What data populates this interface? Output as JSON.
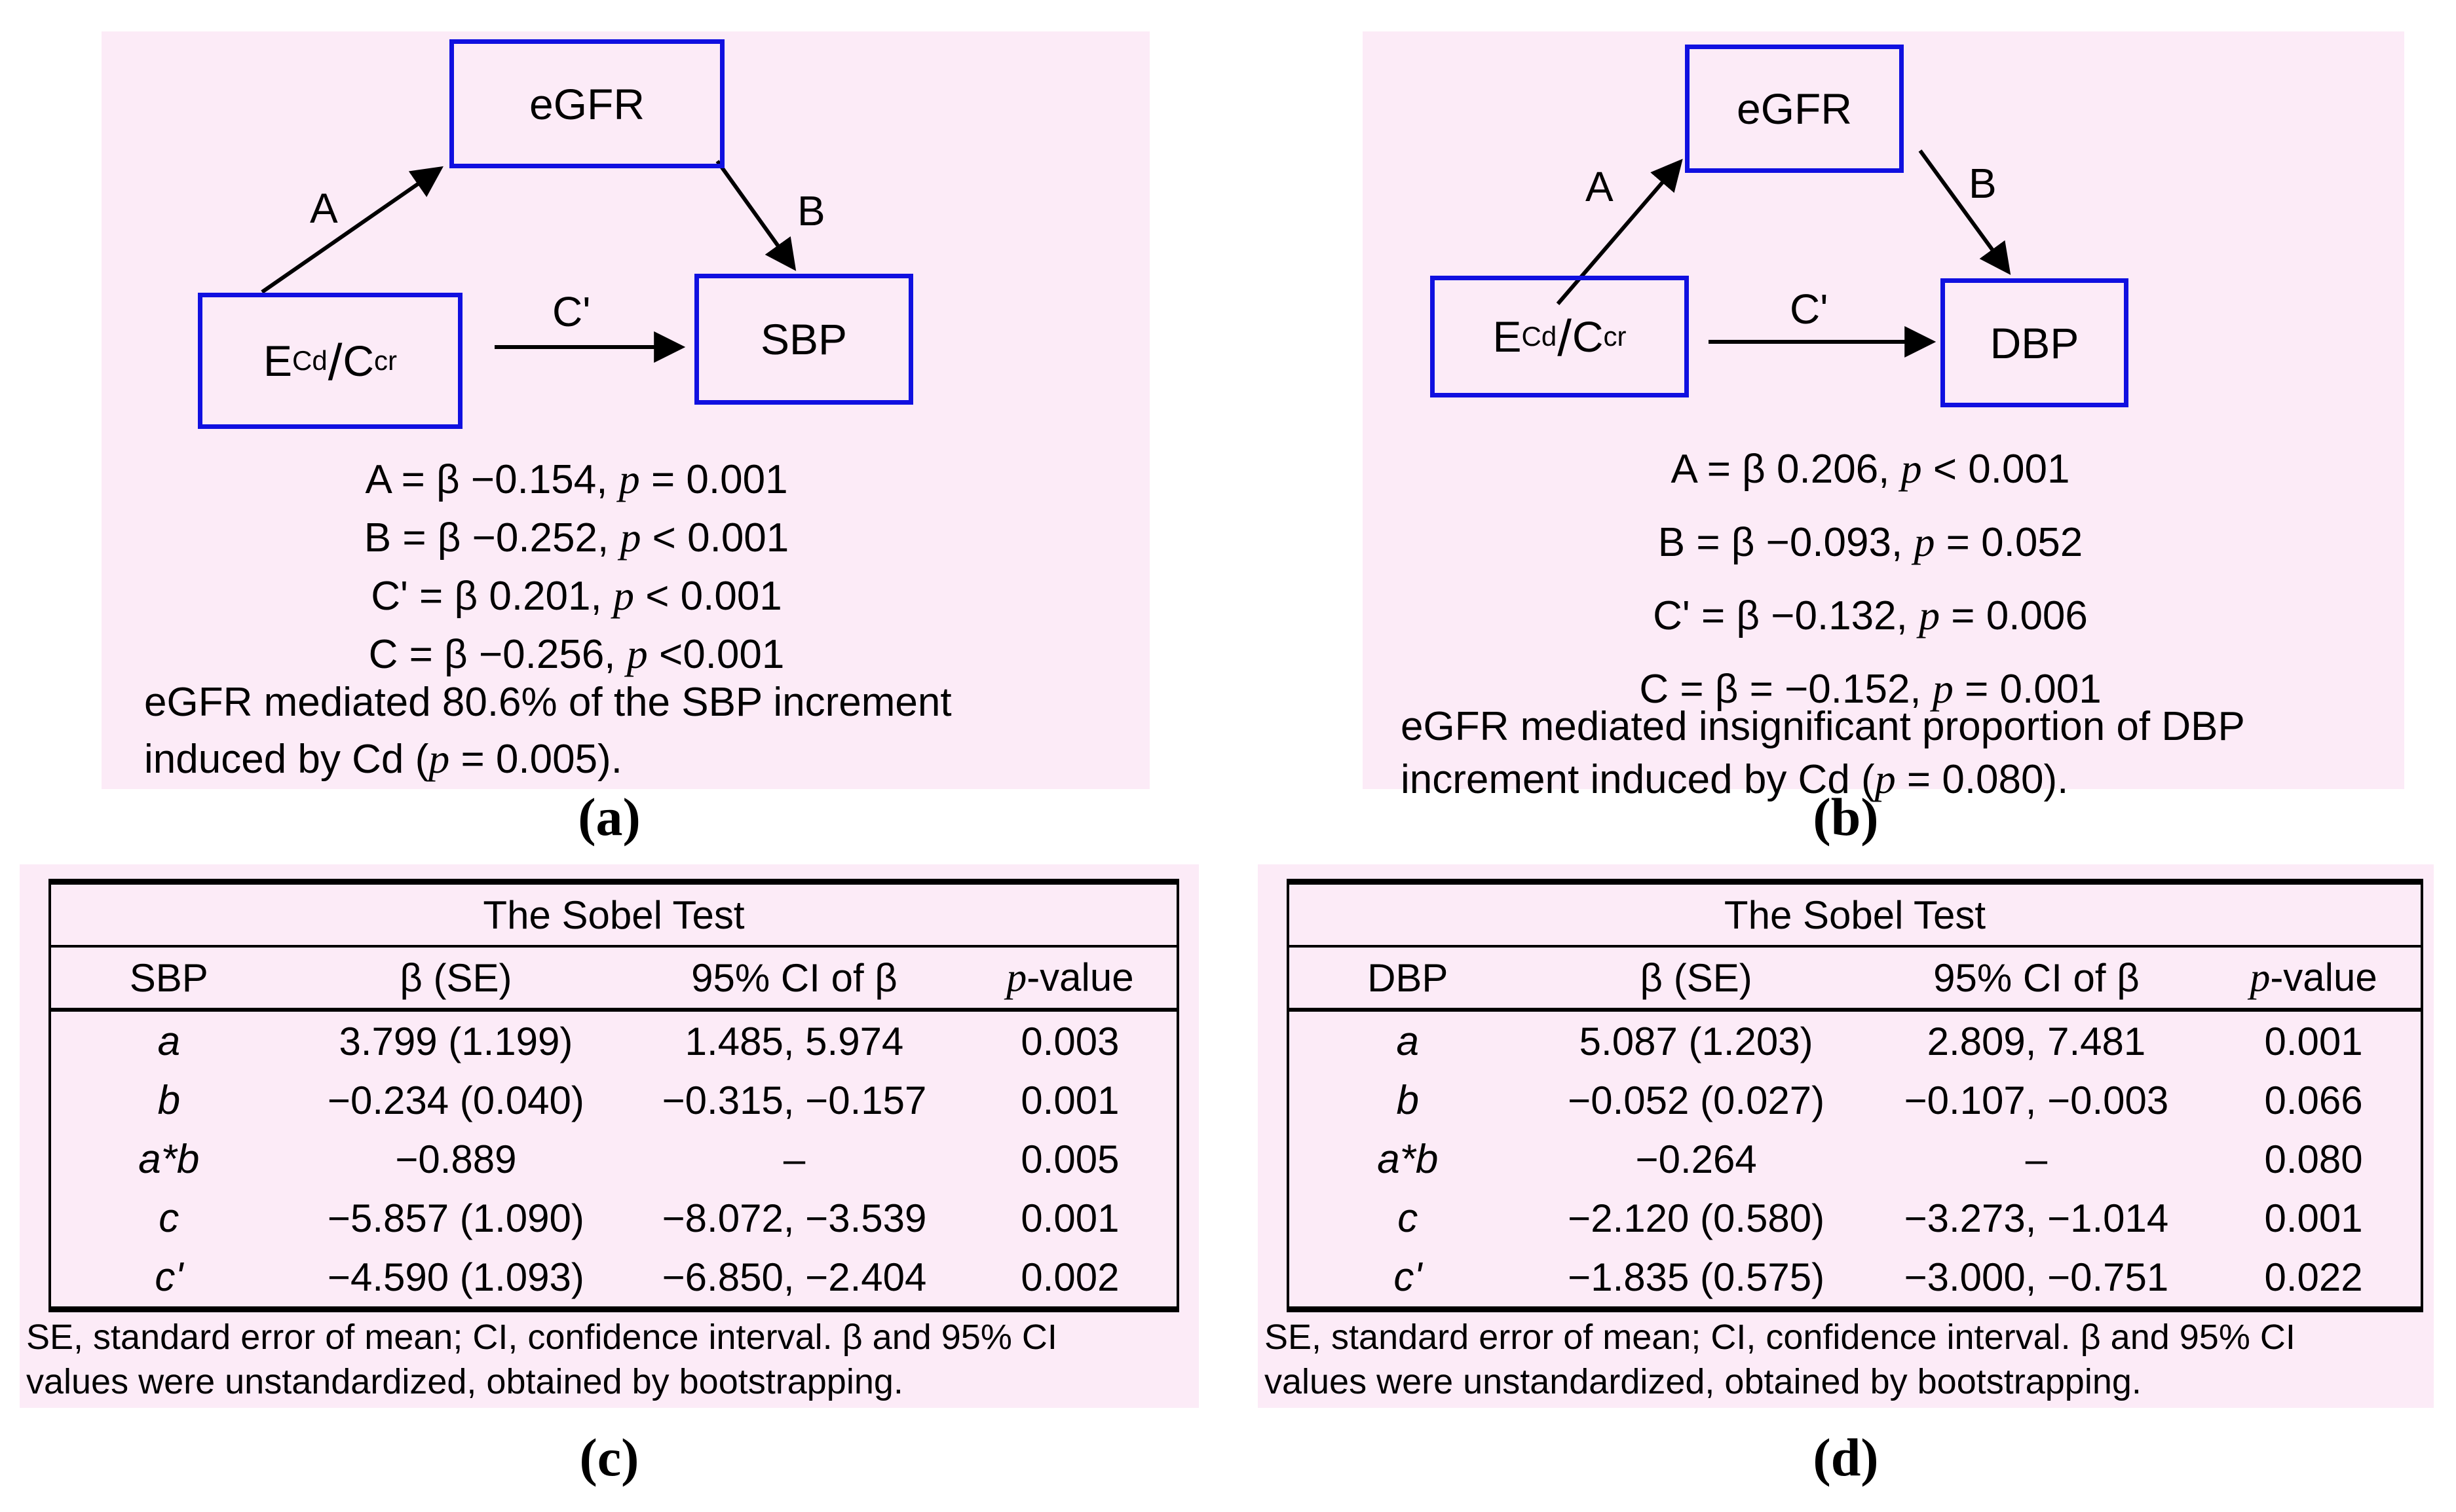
{
  "colors": {
    "panel_bg": "#fcebf7",
    "box_border": "#1010e0",
    "ink": "#000000"
  },
  "panel_a": {
    "mediator": "eGFR",
    "exposure": {
      "e": "E",
      "e_sub": "Cd",
      "slash": "/",
      "c": "C",
      "c_sub": "cr"
    },
    "outcome": "SBP",
    "arrow_a": "A",
    "arrow_b": "B",
    "arrow_c": "C'",
    "stats": [
      {
        "pre": "A = β −0.154, ",
        "p": "p",
        "post": " = 0.001"
      },
      {
        "pre": "B = β −0.252, ",
        "p": "p",
        "post": " < 0.001"
      },
      {
        "pre": "C' = β 0.201, ",
        "p": "p",
        "post": " < 0.001"
      },
      {
        "pre": "C = β −0.256, ",
        "p": "p",
        "post": " <0.001"
      }
    ],
    "note_line1": "eGFR mediated 80.6% of the SBP increment",
    "note_line2_pre": "induced by Cd (",
    "note_p": "p",
    "note_line2_post": " = 0.005).",
    "label": "(a)"
  },
  "panel_b": {
    "mediator": "eGFR",
    "exposure": {
      "e": "E",
      "e_sub": "Cd",
      "slash": "/",
      "c": "C",
      "c_sub": "cr"
    },
    "outcome": "DBP",
    "arrow_a": "A",
    "arrow_b": "B",
    "arrow_c": "C'",
    "stats": [
      {
        "pre": "A = β 0.206, ",
        "p": "p",
        "post": " < 0.001"
      },
      {
        "pre": "B = β −0.093, ",
        "p": "p",
        "post": " = 0.052"
      },
      {
        "pre": "C' = β −0.132, ",
        "p": "p",
        "post": " = 0.006"
      },
      {
        "pre": "C = β = −0.152, ",
        "p": "p",
        "post": " = 0.001"
      }
    ],
    "note_line1": "eGFR mediated insignificant proportion of DBP",
    "note_line2_pre": "increment induced by Cd (",
    "note_p": "p",
    "note_line2_post": " = 0.080).",
    "label": "(b)"
  },
  "table_c": {
    "title": "The Sobel Test",
    "col_outcome": "SBP",
    "col_beta": "β (SE)",
    "col_ci": "95% CI of β",
    "col_p_italic": "p",
    "col_p_rest": "-value",
    "rows": [
      {
        "label": "a",
        "beta": "3.799 (1.199)",
        "ci": "1.485, 5.974",
        "p": "0.003"
      },
      {
        "label": "b",
        "beta": "−0.234 (0.040)",
        "ci": "−0.315, −0.157",
        "p": "0.001"
      },
      {
        "label": "a*b",
        "beta": "−0.889",
        "ci": "–",
        "p": "0.005"
      },
      {
        "label": "c",
        "beta": "−5.857 (1.090)",
        "ci": "−8.072, −3.539",
        "p": "0.001"
      },
      {
        "label": "c'",
        "beta": "−4.590 (1.093)",
        "ci": "−6.850, −2.404",
        "p": "0.002"
      }
    ],
    "footnote_line1": "SE, standard error of mean; CI, confidence interval. β and 95% CI",
    "footnote_line2": "values were unstandardized, obtained by bootstrapping.",
    "label": "(c)"
  },
  "table_d": {
    "title": "The Sobel Test",
    "col_outcome": "DBP",
    "col_beta": "β (SE)",
    "col_ci": "95% CI of β",
    "col_p_italic": "p",
    "col_p_rest": "-value",
    "rows": [
      {
        "label": "a",
        "beta": "5.087 (1.203)",
        "ci": "2.809, 7.481",
        "p": "0.001"
      },
      {
        "label": "b",
        "beta": "−0.052 (0.027)",
        "ci": "−0.107, −0.003",
        "p": "0.066"
      },
      {
        "label": "a*b",
        "beta": "−0.264",
        "ci": "–",
        "p": "0.080"
      },
      {
        "label": "c",
        "beta": "−2.120 (0.580)",
        "ci": "−3.273, −1.014",
        "p": "0.001"
      },
      {
        "label": "c'",
        "beta": "−1.835 (0.575)",
        "ci": "−3.000, −0.751",
        "p": "0.022"
      }
    ],
    "footnote_line1": "SE, standard error of mean; CI, confidence interval. β and 95% CI",
    "footnote_line2": "values were unstandardized, obtained by bootstrapping.",
    "label": "(d)"
  }
}
